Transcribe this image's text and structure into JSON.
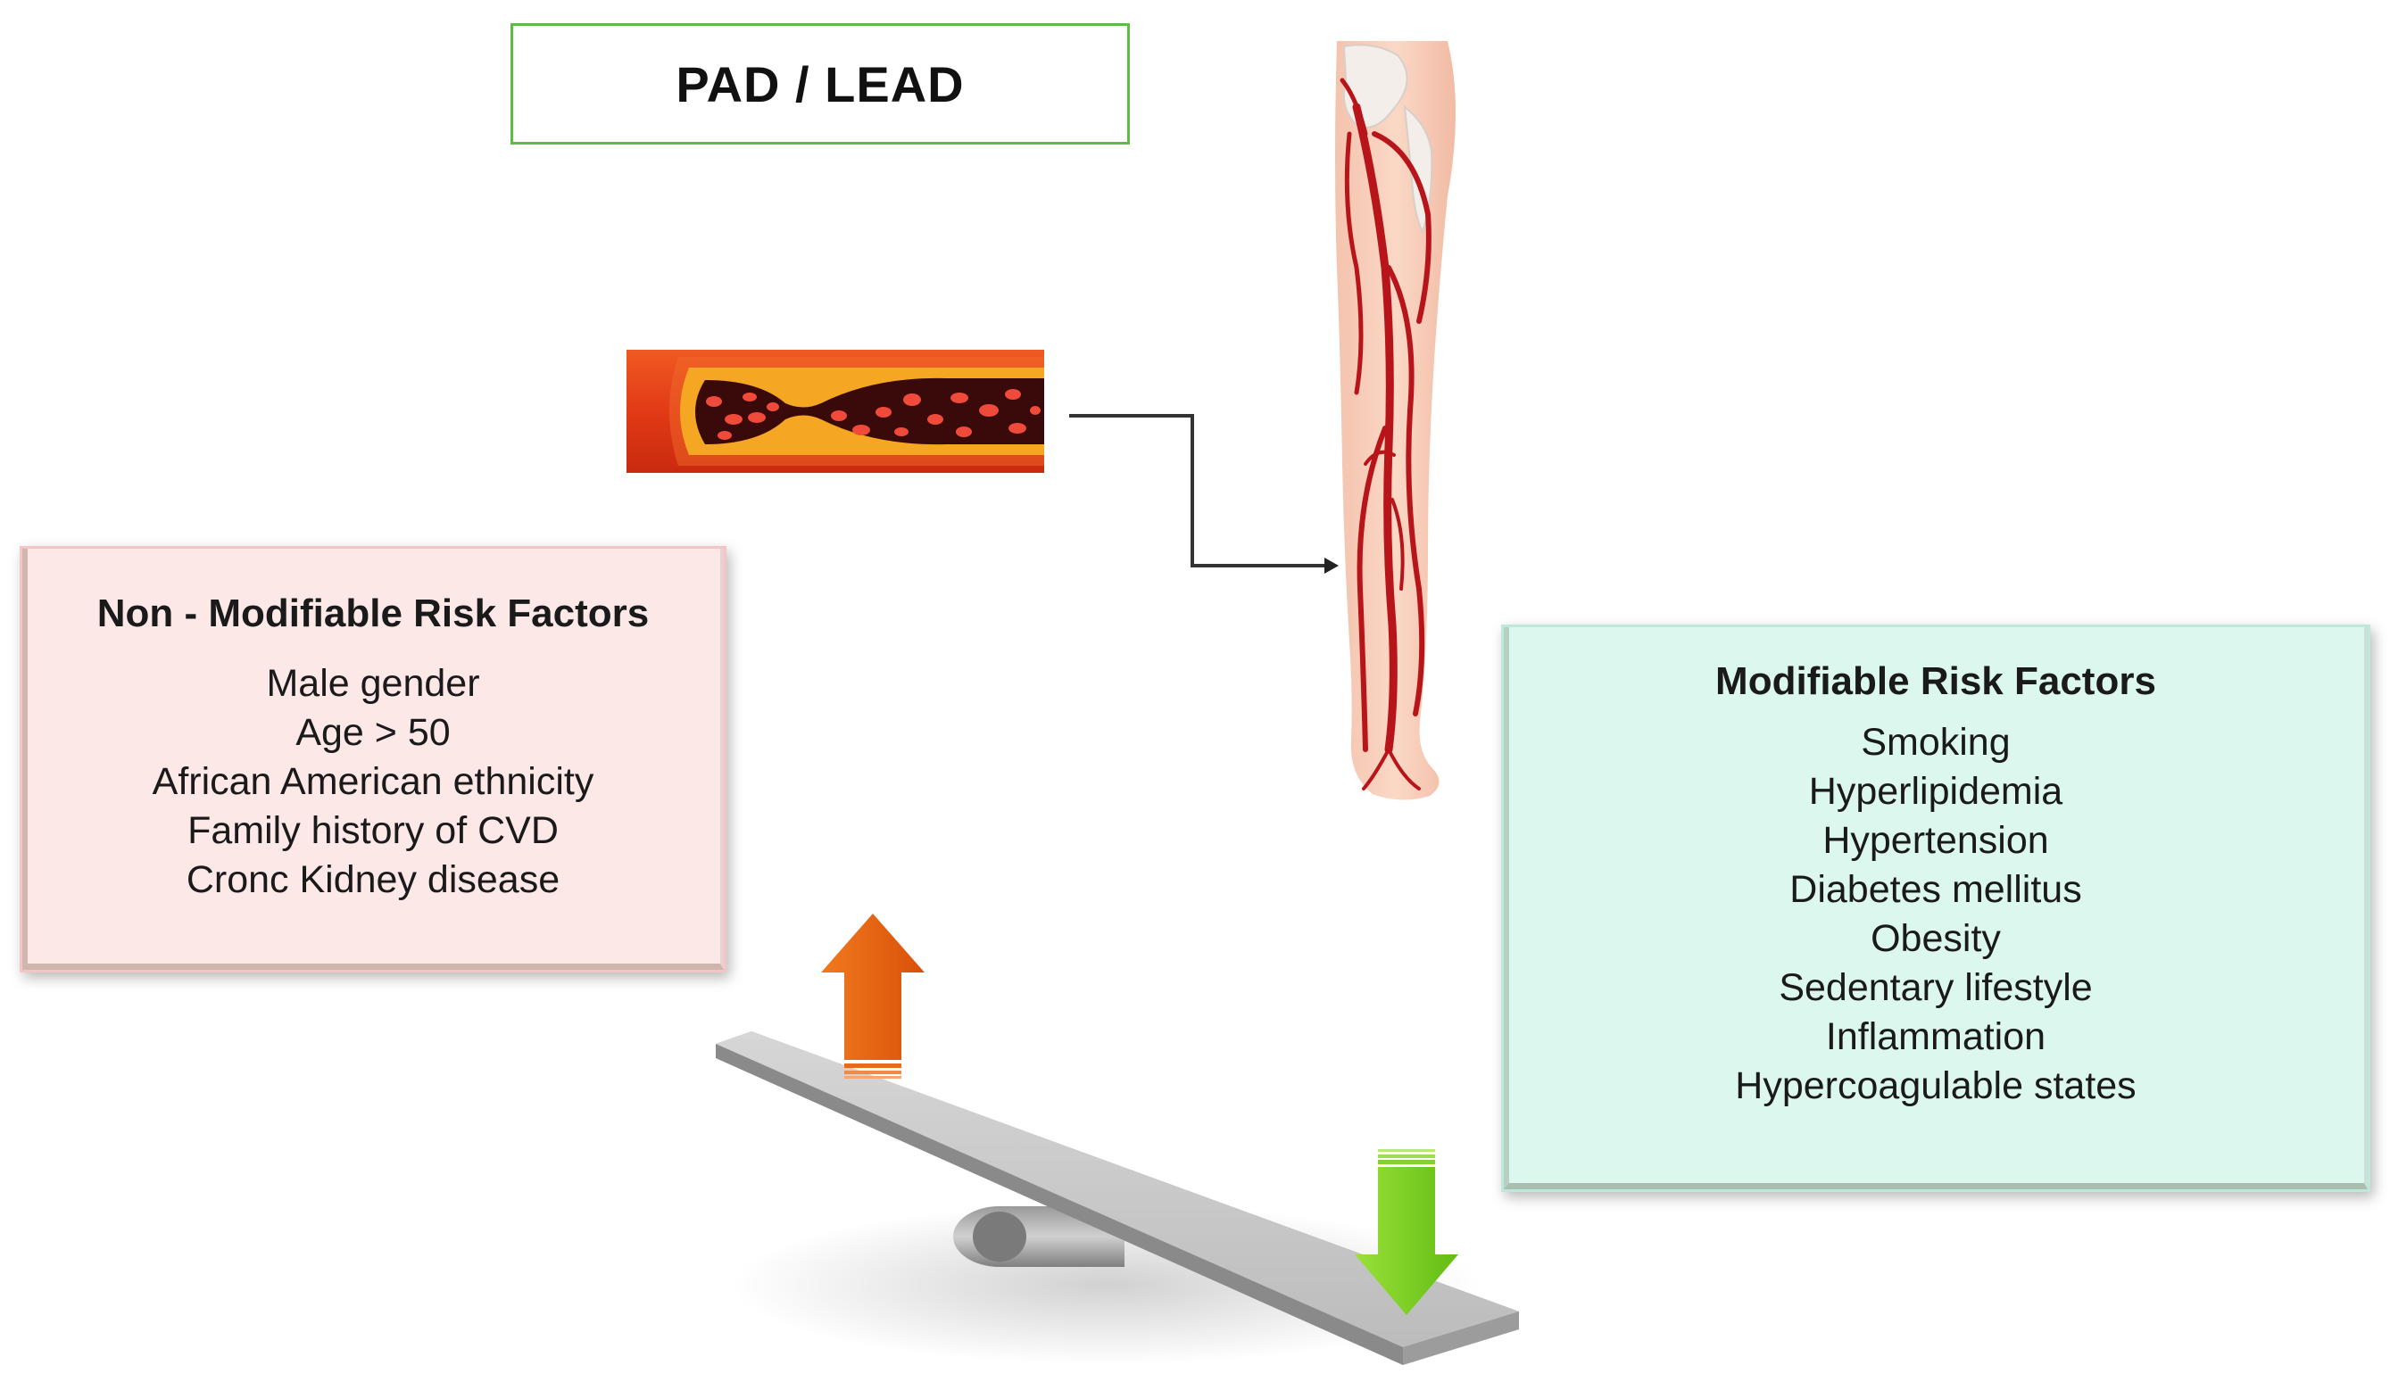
{
  "title": "PAD / LEAD",
  "non_modifiable": {
    "heading": "Non - Modifiable Risk Factors",
    "items": [
      "Male gender",
      "Age > 50",
      "African American ethnicity",
      "Family history of CVD",
      "Cronc Kidney disease"
    ]
  },
  "modifiable": {
    "heading": "Modifiable Risk Factors",
    "items": [
      "Smoking",
      "Hyperlipidemia",
      "Hypertension",
      "Diabetes mellitus",
      "Obesity",
      "Sedentary lifestyle",
      "Inflammation",
      "Hypercoagulable states"
    ]
  },
  "icons": {
    "artery": "narrowed-artery-icon",
    "leg": "leg-arteries-icon",
    "up_arrow": "up-arrow-icon",
    "down_arrow": "down-arrow-icon",
    "seesaw": "seesaw-icon"
  },
  "colors": {
    "title_border": "#5dbb46",
    "non_modifiable_bg": "#fde8e8",
    "modifiable_bg": "#dcf7ee",
    "up_arrow": "#e85d0e",
    "down_arrow": "#7bcf1f",
    "artery_wall": "#e8401c",
    "plaque": "#f5a623"
  }
}
